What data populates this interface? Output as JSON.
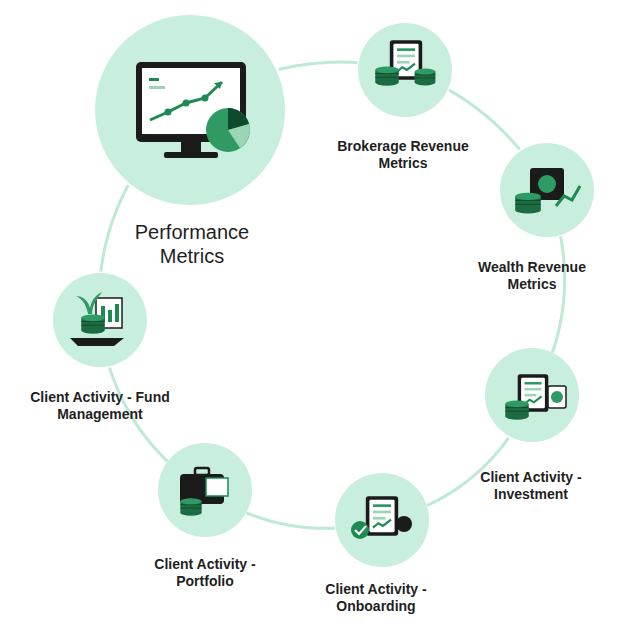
{
  "diagram": {
    "nodes": [
      {
        "text": [
          "Performance Metrics"
        ]
      },
      {
        "text": [
          "Brokerage Revenue Metrics"
        ]
      },
      {
        "text": [
          "Wealth Revenue Metrics"
        ]
      },
      {
        "text": [
          "Client Activity - Investment"
        ]
      },
      {
        "text": [
          "Client Activity - Onboarding"
        ]
      },
      {
        "text": [
          "Client Activity - Portfolio"
        ]
      },
      {
        "text": [
          "Client Activity - Fund Management"
        ]
      }
    ],
    "edges": [
      {
        "from": 0,
        "to": 1,
        "arrow": "none"
      },
      {
        "from": 1,
        "to": 2,
        "arrow": "none"
      },
      {
        "from": 2,
        "to": 3,
        "arrow": "none"
      },
      {
        "from": 3,
        "to": 4,
        "arrow": "none"
      },
      {
        "from": 4,
        "to": 5,
        "arrow": "none"
      },
      {
        "from": 5,
        "to": 6,
        "arrow": "none"
      },
      {
        "from": 6,
        "to": 0,
        "arrow": "none"
      }
    ]
  }
}
